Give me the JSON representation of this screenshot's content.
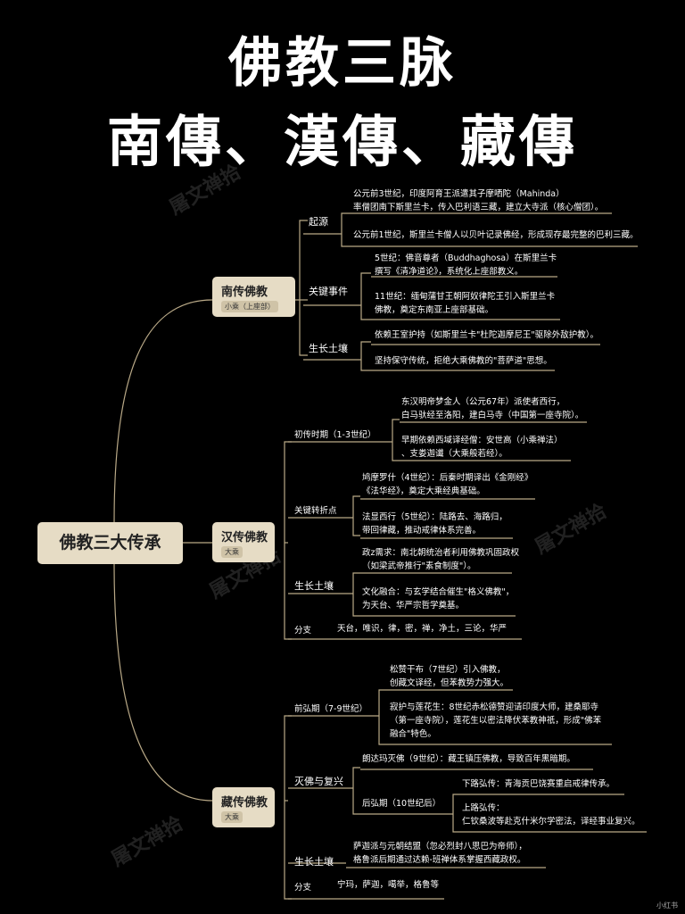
{
  "title_line1": "佛教三脉",
  "title_line2": "南傳、漢傳、藏傳",
  "root": "佛教三大传承",
  "watermark": "屠文禅拾",
  "corner_mark": "小红书",
  "south": {
    "label": "南传佛教",
    "tag": "小乘（上座部）",
    "origin": "起源",
    "origin_1a": "公元前3世纪，印度阿育王派遣其子摩哂陀（Mahinda）",
    "origin_1b": "率僧团南下斯里兰卡，传入巴利语三藏，建立大寺派（核心僧团）。",
    "origin_2": "公元前1世纪，斯里兰卡僧人以贝叶记录佛经，形成现存最完整的巴利三藏。",
    "events": "关键事件",
    "event_1a": "5世纪：佛音尊者（Buddhaghosa）在斯里兰卡",
    "event_1b": "撰写《清净道论》，系统化上座部教义。",
    "event_2a": "11世纪：缅甸蒲甘王朝阿奴律陀王引入斯里兰卡",
    "event_2b": "佛教，奠定东南亚上座部基础。",
    "soil": "生长土壤",
    "soil_1": "依赖王室护持（如斯里兰卡\"杜陀迦摩尼王\"驱除外敌护教）。",
    "soil_2": "坚持保守传统，拒绝大乘佛教的\"菩萨道\"思想。"
  },
  "han": {
    "label": "汉传佛教",
    "tag": "大乘",
    "early": "初传时期（1-3世纪）",
    "early_1a": "东汉明帝梦金人（公元67年）派使者西行，",
    "early_1b": "白马驮经至洛阳，建白马寺（中国第一座寺院）。",
    "early_2a": "早期依赖西域译经僧：安世高（小乘禅法）",
    "early_2b": "、支娄迦谶（大乘般若经）。",
    "turn": "关键转折点",
    "turn_1a": "鸠摩罗什（4世纪）：后秦时期译出《金刚经》",
    "turn_1b": "《法华经》，奠定大乘经典基础。",
    "turn_2a": "法显西行（5世纪）：陆路去、海路归，",
    "turn_2b": "带回律藏，推动戒律体系完善。",
    "soil": "生长土壤",
    "soil_1a": "政z需求：南北朝统治者利用佛教巩固政权",
    "soil_1b": "（如梁武帝推行\"素食制度\"）。",
    "soil_2a": "文化融合：与玄学结合催生\"格义佛教\"，",
    "soil_2b": "为天台、华严宗哲学奠基。",
    "branch": "分支",
    "branch_text": "天台，唯识，律，密，禅，净土，三论，华严"
  },
  "tibet": {
    "label": "藏传佛教",
    "tag": "大乘",
    "early": "前弘期（7-9世纪）",
    "early_1a": "松赞干布（7世纪）引入佛教，",
    "early_1b": "创藏文译经，但苯教势力强大。",
    "early_2a": "寂护与莲花生：8世纪赤松德赞迎请印度大师，建桑耶寺",
    "early_2b": "（第一座寺院），莲花生以密法降伏苯教神祇，形成\"佛苯",
    "early_2c": "融合\"特色。",
    "revival": "灭佛与复兴",
    "revival_1": "朗达玛灭佛（9世纪）：藏王镇压佛教，导致百年黑暗期。",
    "later": "后弘期（10世纪后）",
    "later_1": "下路弘传：青海贡巴饶赛重启戒律传承。",
    "later_2a": "上路弘传：",
    "later_2b": "仁钦桑波等赴克什米尔学密法，译经事业复兴。",
    "soil": "生长土壤",
    "soil_1a": "萨迦派与元朝结盟（忽必烈封八思巴为帝师），",
    "soil_1b": "格鲁派后期通过达赖-班禅体系掌握西藏政权。",
    "branch": "分支",
    "branch_text": "宁玛，萨迦，噶举，格鲁等"
  }
}
